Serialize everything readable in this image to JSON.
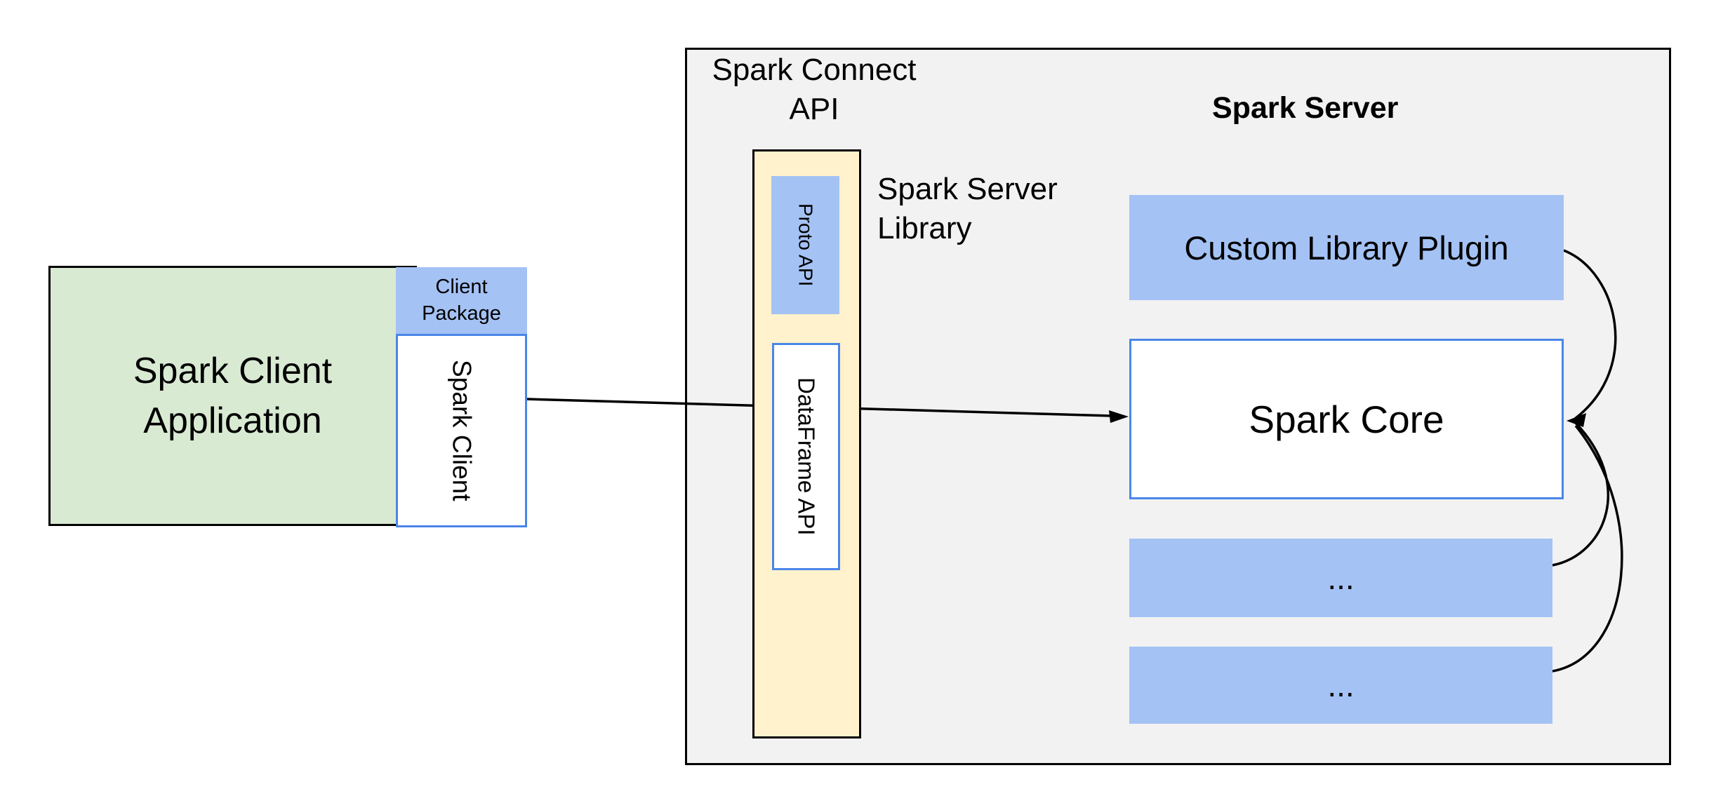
{
  "colors": {
    "page_bg": "#ffffff",
    "panel_bg": "#f2f2f2",
    "panel_border": "#000000",
    "blue_fill": "#a4c2f4",
    "blue_border": "#4a86e8",
    "green_fill": "#d9ead3",
    "yellow_fill": "#fff2cc",
    "text": "#000000",
    "arrow": "#000000"
  },
  "client_side": {
    "app_label": "Spark Client\nApplication",
    "package_label": "Client\nPackage",
    "client_label": "Spark Client"
  },
  "connect": {
    "api_label": "Spark Connect\nAPI",
    "proto_label": "Proto API",
    "dataframe_label": "DataFrame API",
    "library_label": "Spark Server\nLibrary"
  },
  "server": {
    "title": "Spark Server",
    "plugin_label": "Custom Library Plugin",
    "core_label": "Spark Core",
    "ellipsis1": "...",
    "ellipsis2": "..."
  }
}
